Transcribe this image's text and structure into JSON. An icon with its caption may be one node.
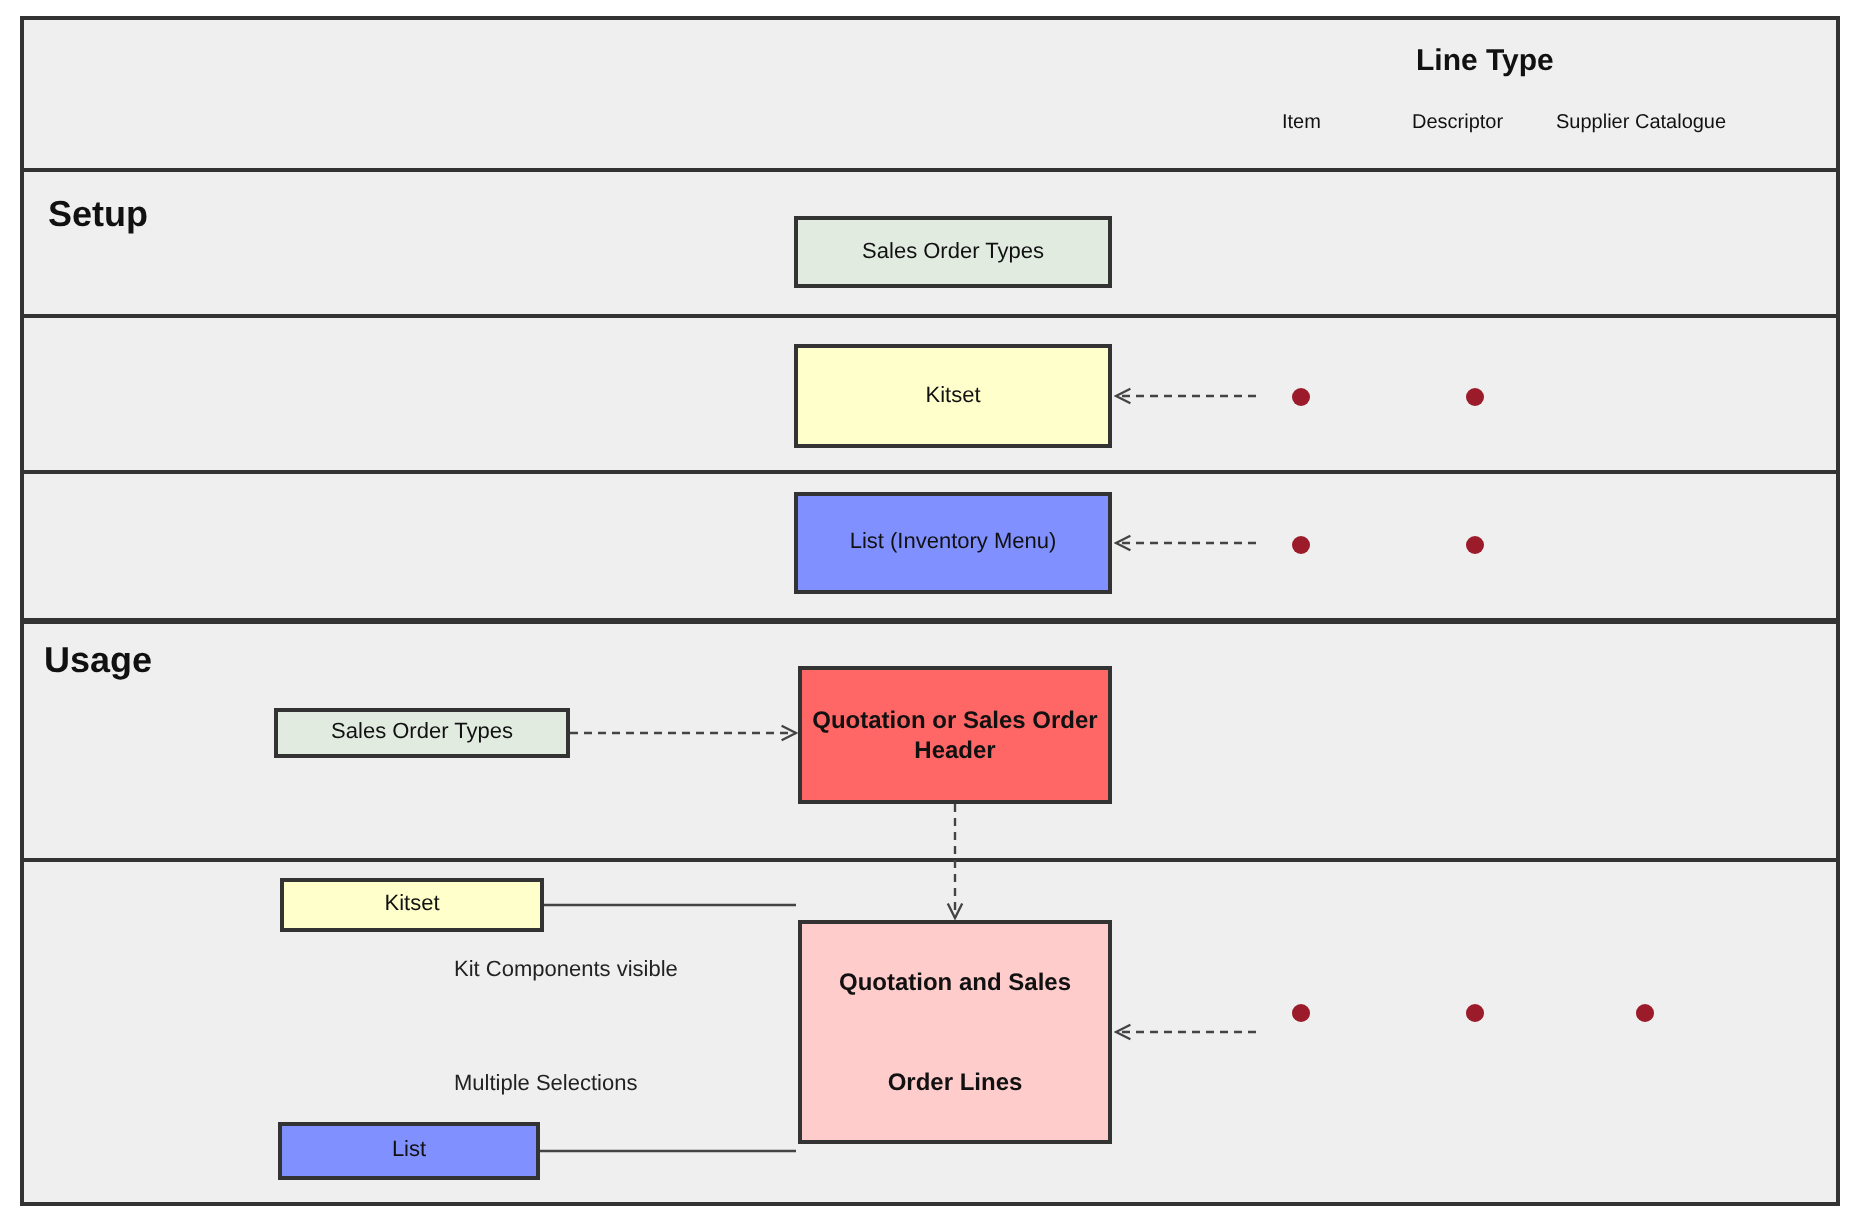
{
  "diagram": {
    "nodes": [
      {
        "text": [
          "Sales Order Types"
        ]
      },
      {
        "text": [
          "Kitset"
        ]
      },
      {
        "text": [],
        "shape": "circle"
      },
      {
        "text": [],
        "shape": "circle"
      },
      {
        "text": [
          "List (Inventory Menu)"
        ]
      },
      {
        "text": [],
        "shape": "circle"
      },
      {
        "text": [],
        "shape": "circle"
      },
      {
        "text": [
          "Sales Order Types"
        ]
      },
      {
        "text": [
          "Quotation or Sales Order Header"
        ]
      },
      {
        "text": [
          "Kitset"
        ]
      },
      {
        "text": [
          "Quotation and Sales Order Lines"
        ]
      },
      {
        "text": [],
        "shape": "circle"
      },
      {
        "text": [],
        "shape": "circle"
      },
      {
        "text": [],
        "shape": "circle"
      },
      {
        "text": [
          "List"
        ]
      }
    ],
    "edges": [
      {
        "from": null,
        "to": 1,
        "arrow": "to",
        "style": "dashed"
      },
      {
        "from": null,
        "to": 4,
        "arrow": "to",
        "style": "dashed"
      },
      {
        "from": 7,
        "to": 8,
        "arrow": "to",
        "style": "dashed"
      },
      {
        "from": 8,
        "to": 10,
        "arrow": "to",
        "style": "dashed"
      },
      {
        "from": 9,
        "to": 10,
        "arrow": "none",
        "label": "Kit Components visible"
      },
      {
        "from": 14,
        "to": 10,
        "arrow": "none",
        "label": "Multiple Selections"
      },
      {
        "from": null,
        "to": 10,
        "arrow": "to",
        "style": "dashed"
      }
    ],
    "labels": [
      "Line Type",
      "Item",
      "Descriptor",
      "Supplier Catalogue",
      "Setup",
      "Usage"
    ]
  }
}
